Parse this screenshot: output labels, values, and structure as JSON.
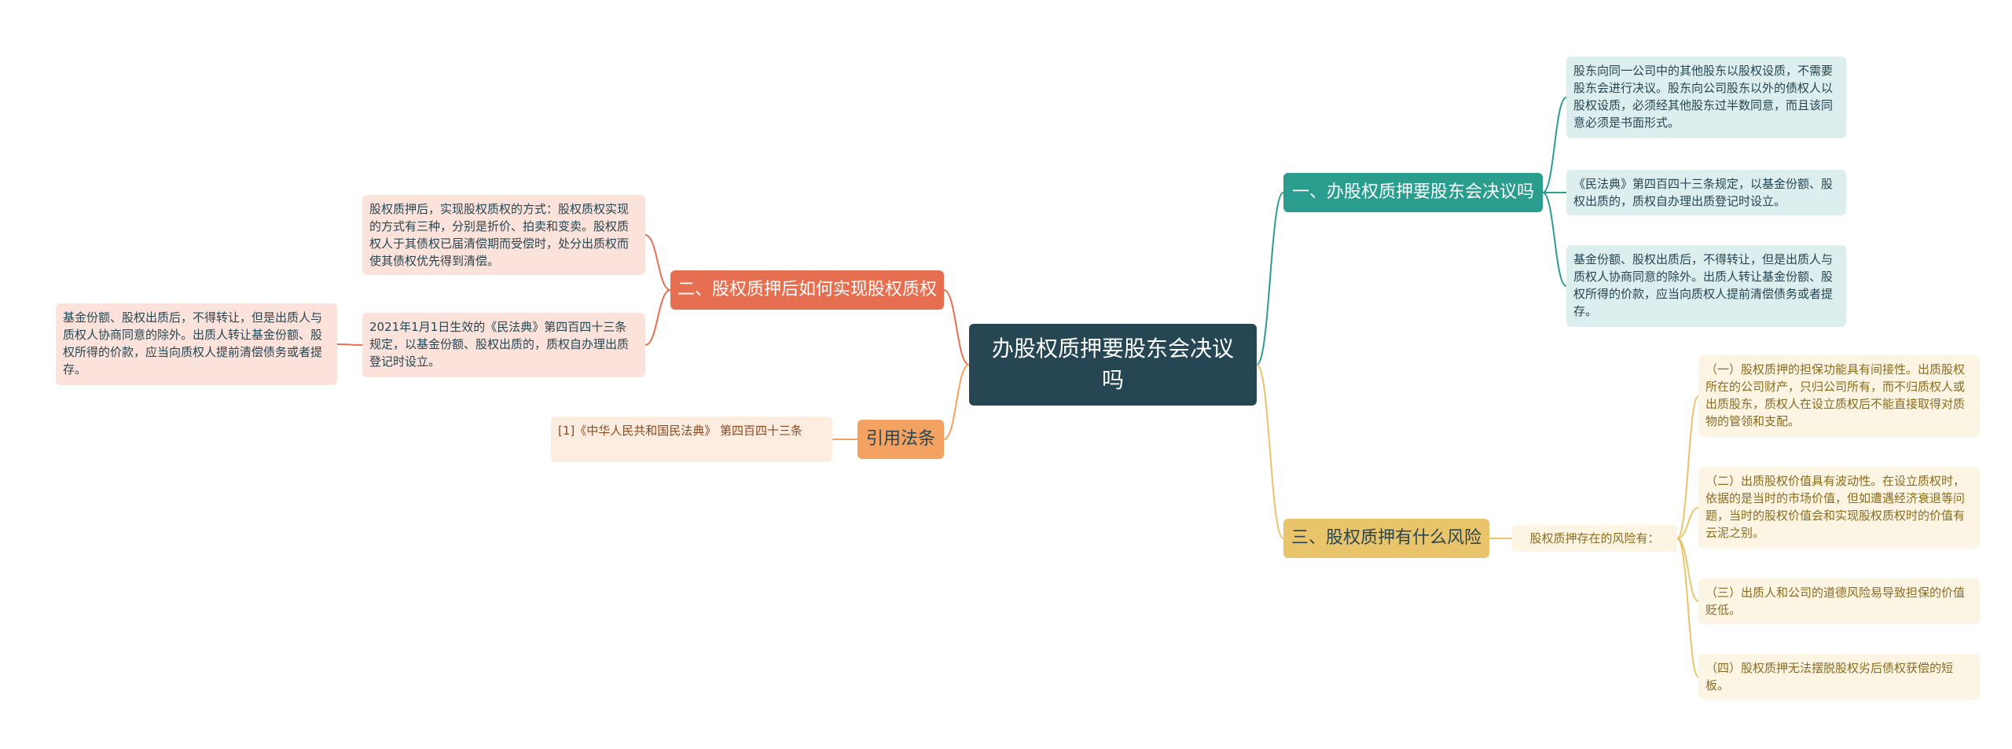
{
  "colors": {
    "root": "#264653",
    "branch_1": "#2a9d8f",
    "branch_2": "#e76f51",
    "branch_3": "#e9c46a",
    "branch_4": "#f4a261"
  },
  "root": {
    "title": "办股权质押要股东会决议吗"
  },
  "branch_1": {
    "label": "一、办股权质押要股东会决议吗",
    "leaves": [
      "股东向同一公司中的其他股东以股权设质，不需要股东会进行决议。股东向公司股东以外的债权人以股权设质，必须经其他股东过半数同意，而且该同意必须是书面形式。",
      "《民法典》第四百四十三条规定，以基金份额、股权出质的，质权自办理出质登记时设立。",
      "基金份额、股权出质后，不得转让，但是出质人与质权人协商同意的除外。出质人转让基金份额、股权所得的价款，应当向质权人提前清偿债务或者提存。"
    ]
  },
  "branch_2": {
    "label": "二、股权质押后如何实现股权质权",
    "leaves": [
      "股权质押后，实现股权质权的方式：股权质权实现的方式有三种，分别是折价、拍卖和变卖。股权质权人于其债权已届清偿期而受偿时，处分出质权而使其债权优先得到清偿。",
      "2021年1月1日生效的《民法典》第四百四十三条规定，以基金份额、股权出质的，质权自办理出质登记时设立。"
    ],
    "sub_leaf": "基金份额、股权出质后，不得转让，但是出质人与质权人协商同意的除外。出质人转让基金份额、股权所得的价款，应当向质权人提前清偿债务或者提存。"
  },
  "branch_3": {
    "label": "三、股权质押有什么风险",
    "middle": "股权质押存在的风险有：",
    "leaves": [
      "（一）股权质押的担保功能具有间接性。出质股权所在的公司财产，只归公司所有，而不归质权人或出质股东，质权人在设立质权后不能直接取得对质物的管领和支配。",
      "（二）出质股权价值具有波动性。在设立质权时，依据的是当时的市场价值，但如遭遇经济衰退等问题，当时的股权价值会和实现股权质权时的价值有云泥之别。",
      "（三）出质人和公司的道德风险易导致担保的价值贬低。",
      "（四）股权质押无法摆脱股权劣后债权获偿的短板。"
    ]
  },
  "branch_4": {
    "label": "引用法条",
    "leaves": [
      "[1]《中华人民共和国民法典》 第四百四十三条"
    ]
  }
}
